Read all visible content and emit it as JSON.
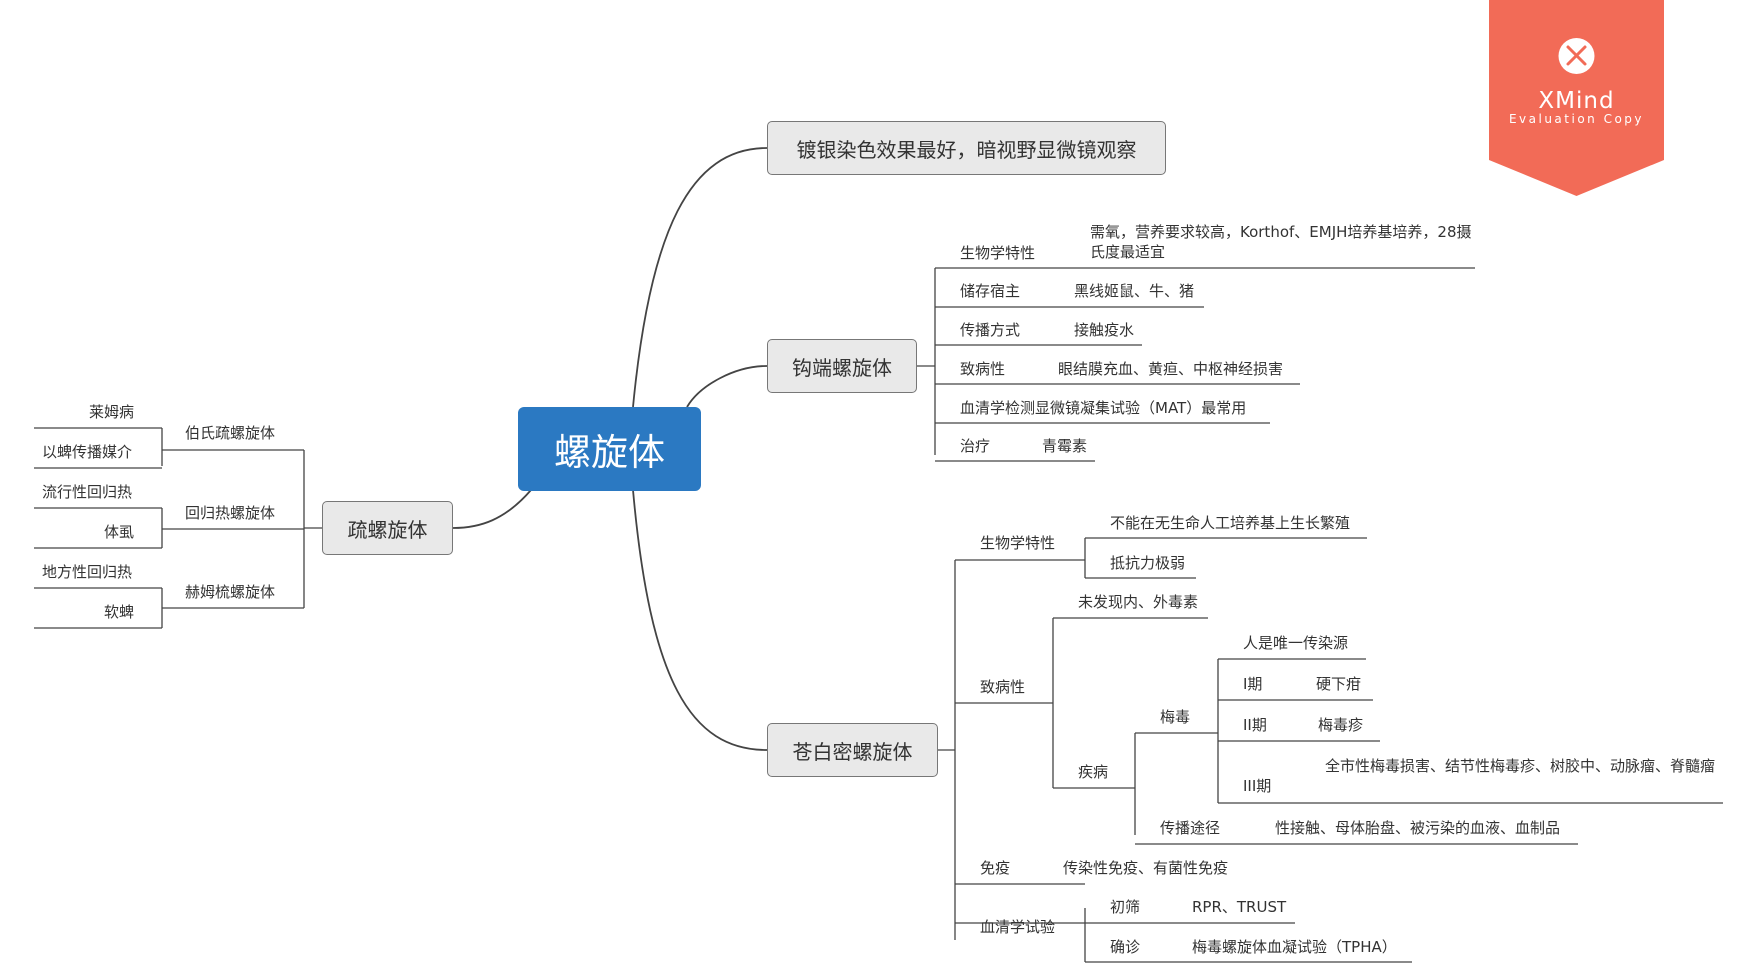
{
  "root": "螺旋体",
  "branch1": "镀银染色效果最好，暗视野显微镜观察",
  "lepto": {
    "title": "钩端螺旋体",
    "bio_label": "生物学特性",
    "bio_text": "需氧，营养要求较高，Korthof、EMJH培养基培养，28摄氏度最适宜",
    "host_label": "储存宿主",
    "host_text": "黑线姬鼠、牛、猪",
    "trans_label": "传播方式",
    "trans_text": "接触疫水",
    "path_label": "致病性",
    "path_text": "眼结膜充血、黄疸、中枢神经损害",
    "serology": "血清学检测显微镜凝集试验（MAT）最常用",
    "treat_label": "治疗",
    "treat_text": "青霉素"
  },
  "treponema": {
    "title": "苍白密螺旋体",
    "bio_label": "生物学特性",
    "bio_1": "不能在无生命人工培养基上生长繁殖",
    "bio_2": "抵抗力极弱",
    "path_label": "致病性",
    "toxin": "未发现内、外毒素",
    "disease_label": "疾病",
    "syphilis_label": "梅毒",
    "source": "人是唯一传染源",
    "stage1_label": "I期",
    "stage1_text": "硬下疳",
    "stage2_label": "II期",
    "stage2_text": "梅毒疹",
    "stage3_label": "III期",
    "stage3_text": "全市性梅毒损害、结节性梅毒疹、树胶中、动脉瘤、脊髓瘤",
    "route_label": "传播途径",
    "route_text": "性接触、母体胎盘、被污染的血液、血制品",
    "immunity_label": "免疫",
    "immunity_text": "传染性免疫、有菌性免疫",
    "serology_label": "血清学试验",
    "screen_label": "初筛",
    "screen_text": "RPR、TRUST",
    "confirm_label": "确诊",
    "confirm_text": "梅毒螺旋体血凝试验（TPHA）"
  },
  "borrelia": {
    "title": "疏螺旋体",
    "sub1": "伯氏疏螺旋体",
    "sub1_a": "莱姆病",
    "sub1_b": "以蜱传播媒介",
    "sub2": "回归热螺旋体",
    "sub2_a": "流行性回归热",
    "sub2_b": "体虱",
    "sub3": "赫姆梳螺旋体",
    "sub3_a": "地方性回归热",
    "sub3_b": "软蜱"
  },
  "watermark": {
    "title": "XMind",
    "subtitle": "Evaluation Copy",
    "color": "#f26b57",
    "icon": "xmind-logo-icon"
  },
  "colors": {
    "root": "#2b79c2",
    "topic_fill": "#e9e9e9",
    "line": "#444444"
  }
}
